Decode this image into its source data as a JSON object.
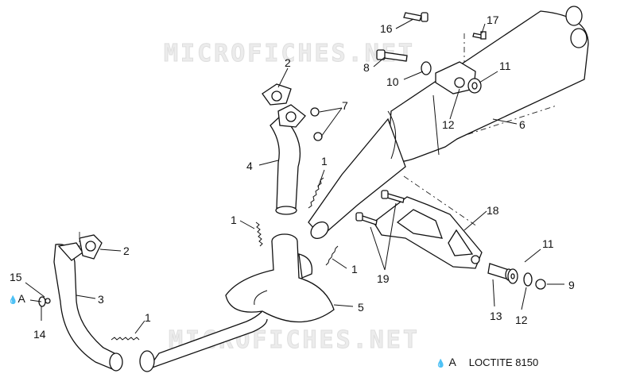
{
  "watermark": {
    "top": "MICROFICHES.NET",
    "bottom": "MICROFICHES.NET"
  },
  "callouts": {
    "c16": "16",
    "c17": "17",
    "c8": "8",
    "c11a": "11",
    "c10": "10",
    "c12a": "12",
    "c6": "6",
    "c2a": "2",
    "c7": "7",
    "c4": "4",
    "c1a": "1",
    "c18": "18",
    "c1b": "1",
    "c1c": "1",
    "c2b": "2",
    "c15": "15",
    "cA": "A",
    "c3": "3",
    "c11b": "11",
    "c19": "19",
    "c9": "9",
    "c14": "14",
    "c1d": "1",
    "c5": "5",
    "c13": "13",
    "c12b": "12"
  },
  "legend": {
    "symbol": "A",
    "text": "LOCTITE 8150"
  },
  "icons": {
    "drop": "loctite-drop-icon"
  }
}
